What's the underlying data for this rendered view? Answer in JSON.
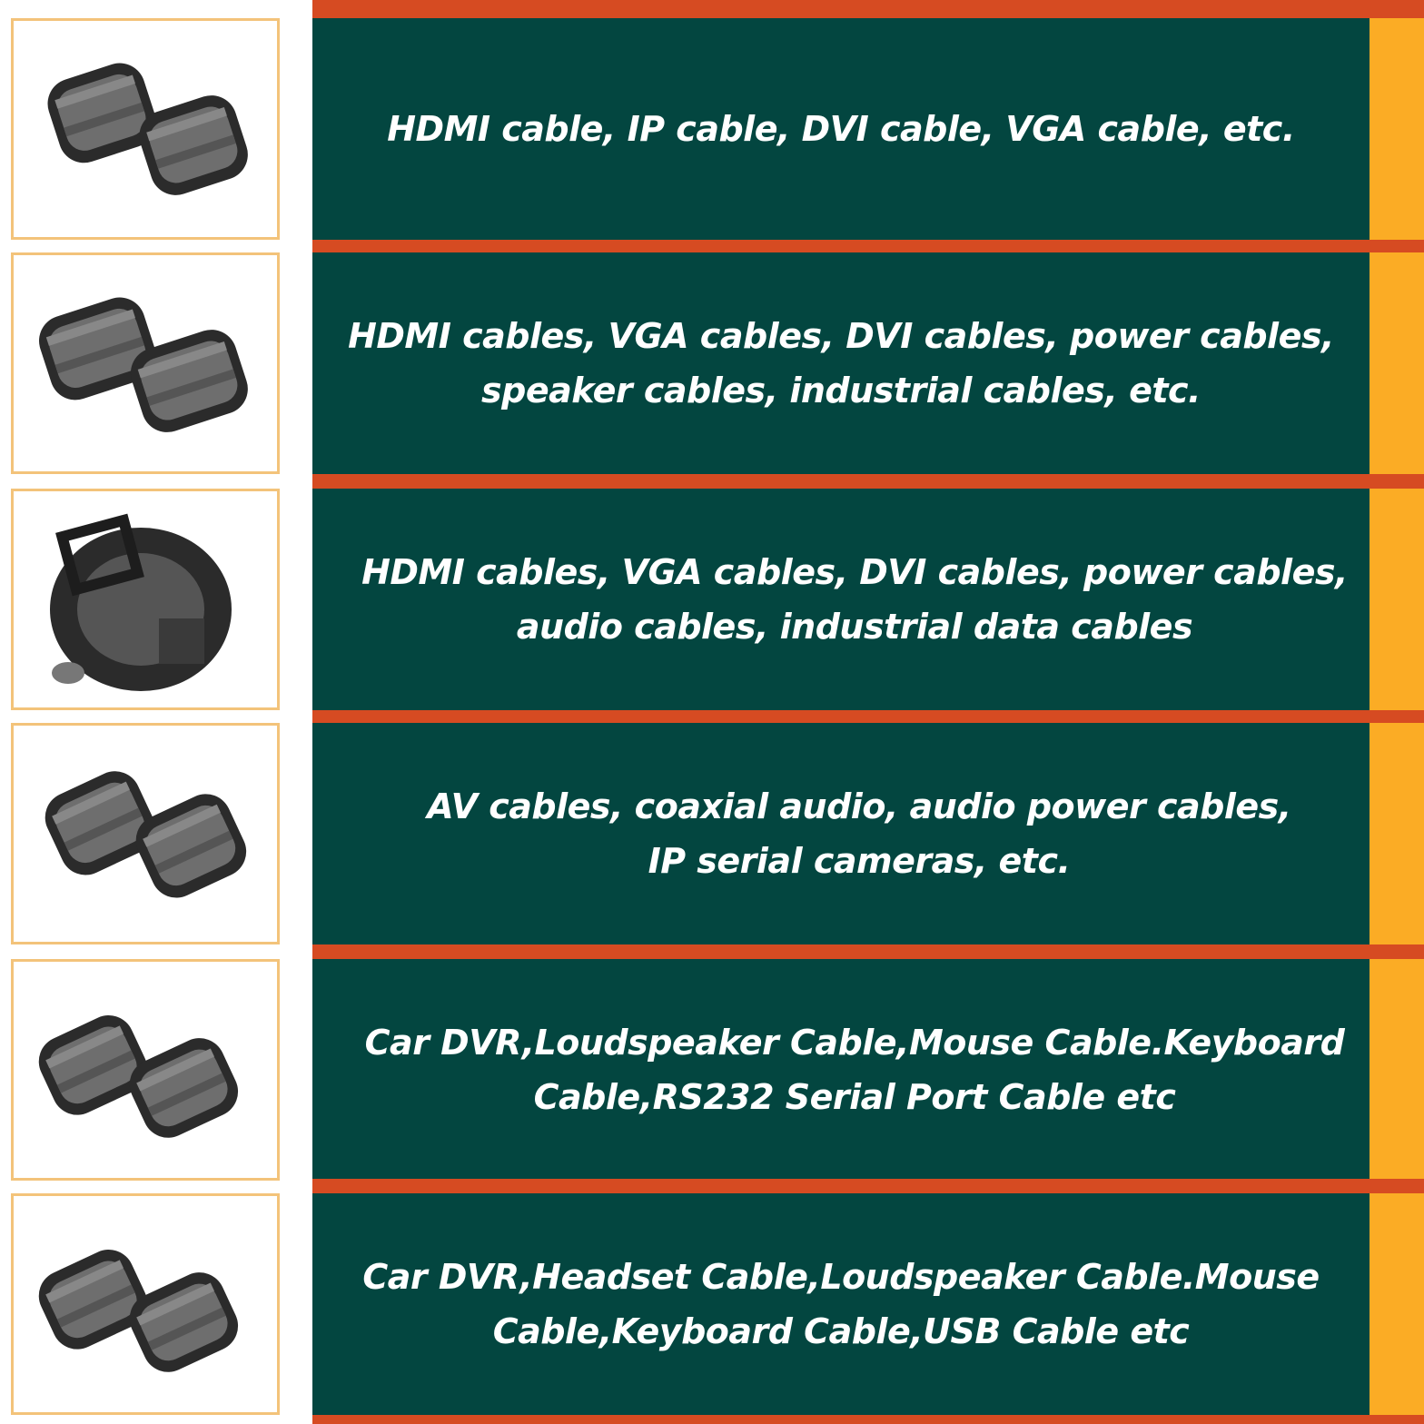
{
  "colors": {
    "panel": "#034640",
    "stripe": "#d64b22",
    "accent": "#fbac25",
    "thumb_border": "#f3c37a",
    "text": "#ffffff"
  },
  "rows": [
    {
      "text": "HDMI cable, IP cable, DVI cable, VGA cable, etc.",
      "image": "clip-on-ferrite-core-icon"
    },
    {
      "text": "HDMI cables, VGA cables, DVI cables, power cables,\nspeaker cables, industrial cables, etc.",
      "image": "clip-on-ferrite-core-icon"
    },
    {
      "text": "HDMI cables, VGA cables, DVI cables, power cables,\naudio cables, industrial data cables",
      "image": "open-ferrite-clip-icon"
    },
    {
      "text": "AV cables, coaxial audio, audio power cables,\nIP serial cameras, etc.",
      "image": "clip-on-ferrite-core-icon"
    },
    {
      "text": "Car DVR,Loudspeaker Cable,Mouse Cable.Keyboard\nCable,RS232 Serial Port Cable etc",
      "image": "clip-on-ferrite-core-icon"
    },
    {
      "text": "Car DVR,Headset Cable,Loudspeaker Cable.Mouse\nCable,Keyboard Cable,USB Cable etc",
      "image": "clip-on-ferrite-core-icon"
    }
  ]
}
